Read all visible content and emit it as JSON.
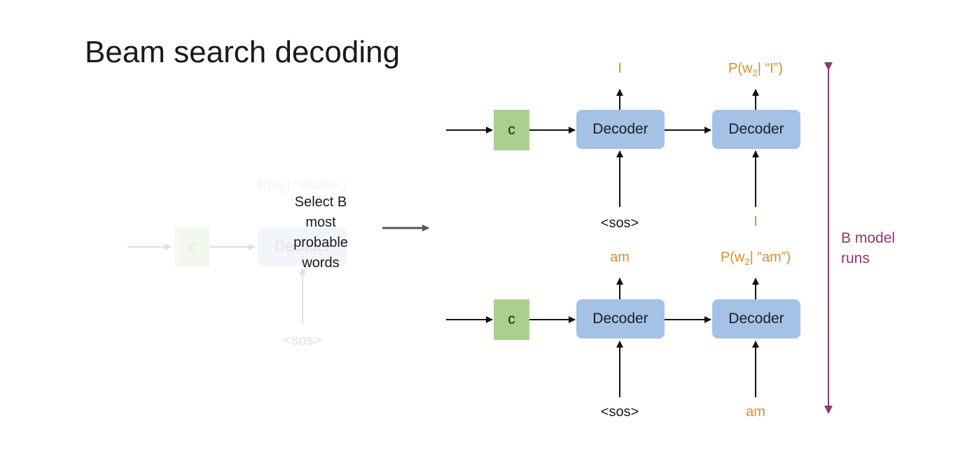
{
  "title": "Beam search decoding",
  "left": {
    "c_label": "c",
    "decoder_label": "Decoder",
    "output_label": "P(w",
    "output_sub": "1",
    "output_rest": "| “<sos>”)",
    "input_label": "<sos>"
  },
  "select_text": "Select B most probable words",
  "top_run": {
    "c_label": "c",
    "decoder1": "Decoder",
    "decoder2": "Decoder",
    "out1": "I",
    "out2_prefix": "P(w",
    "out2_sub": "2",
    "out2_suffix": "| “I”)",
    "in1": "<sos>",
    "in2": "I"
  },
  "bottom_run": {
    "c_label": "c",
    "decoder1": "Decoder",
    "decoder2": "Decoder",
    "out1": "am",
    "out2_prefix": "P(w",
    "out2_sub": "2",
    "out2_suffix": "| “am”)",
    "in1": "<sos>",
    "in2": "am"
  },
  "b_model_runs": "B model runs",
  "colors": {
    "decoder": "#a4c1e6",
    "context": "#a9d08e",
    "orange": "#d3902c",
    "purple": "#8a3a6e"
  }
}
